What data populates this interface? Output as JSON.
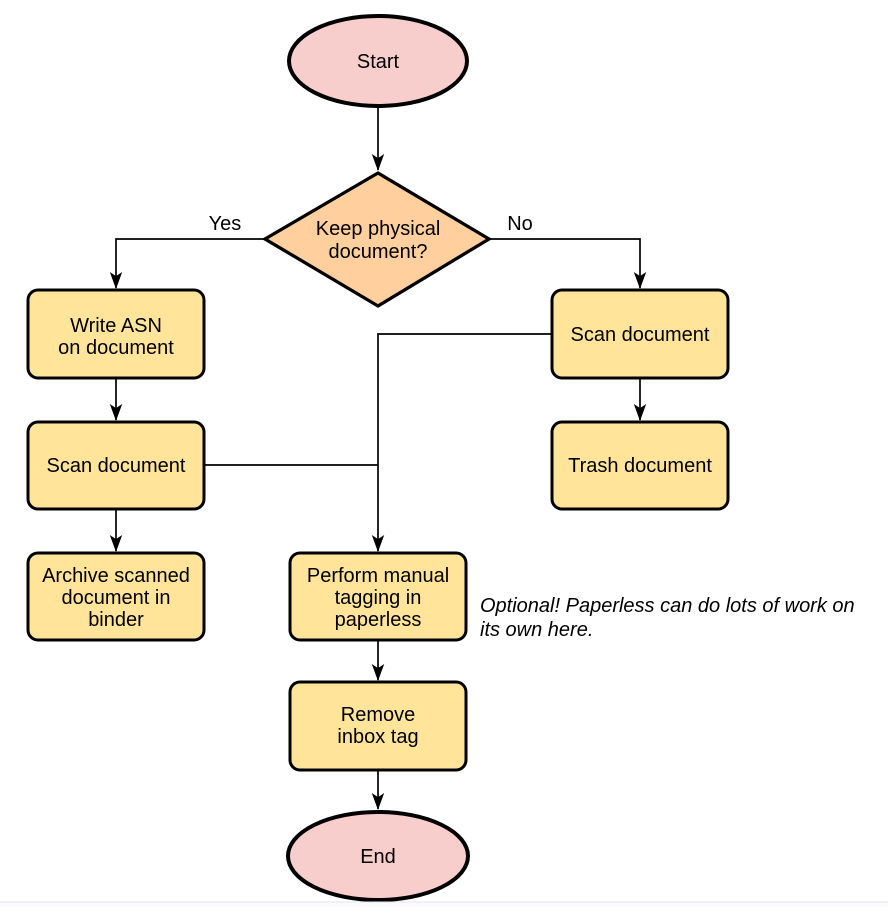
{
  "colors": {
    "terminal_fill": "#f8cecc",
    "decision_fill": "#ffcf9e",
    "process_fill": "#ffe49a",
    "outline": "#000000"
  },
  "nodes": {
    "start": {
      "label": "Start"
    },
    "decision": {
      "line1": "Keep physical",
      "line2": "document?"
    },
    "write_asn": {
      "line1": "Write ASN",
      "line2": "on document"
    },
    "scan_left": {
      "label": "Scan document"
    },
    "archive": {
      "line1": "Archive scanned",
      "line2": "document in",
      "line3": "binder"
    },
    "scan_right": {
      "label": "Scan document"
    },
    "trash": {
      "label": "Trash document"
    },
    "perform_tagging": {
      "line1": "Perform manual",
      "line2": "tagging in",
      "line3": "paperless"
    },
    "remove_inbox_tag": {
      "line1": "Remove",
      "line2": "inbox tag"
    },
    "end": {
      "label": "End"
    }
  },
  "edge_labels": {
    "yes": "Yes",
    "no": "No"
  },
  "note": {
    "line1": "Optional! Paperless can do lots of work on",
    "line2": "its own here."
  }
}
